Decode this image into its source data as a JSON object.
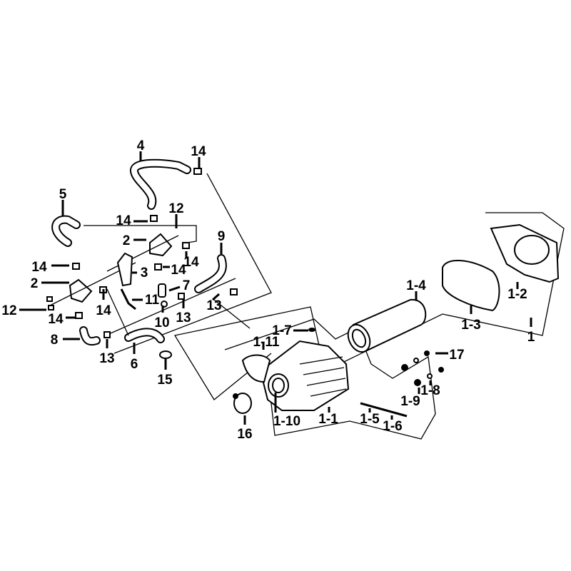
{
  "diagram": {
    "title": "Air cleaner exploded parts view",
    "labels": {
      "p4": "4",
      "p14_top": "14",
      "p5": "5",
      "p12_top": "12",
      "p14_a": "14",
      "p2_a": "2",
      "p9": "9",
      "p14_b": "14",
      "p14_c": "14",
      "p3": "3",
      "p14_d": "14",
      "p2_b": "2",
      "p7": "7",
      "p11": "11",
      "p14_e": "14",
      "p12_left": "12",
      "p14_f": "14",
      "p10": "10",
      "p13_a": "13",
      "p13_b": "13",
      "p8": "8",
      "p13_c": "13",
      "p6": "6",
      "p15": "15",
      "p1_4": "1-4",
      "p1_2": "1-2",
      "p1_3": "1-3",
      "p1": "1",
      "p1_7": "1-7",
      "p1_11": "1-11",
      "p17": "17",
      "p1_9": "1-9",
      "p1_8": "1-8",
      "p1_10": "1-10",
      "p1_1": "1-1",
      "p1_5": "1-5",
      "p1_6": "1-6",
      "p16": "16"
    }
  }
}
